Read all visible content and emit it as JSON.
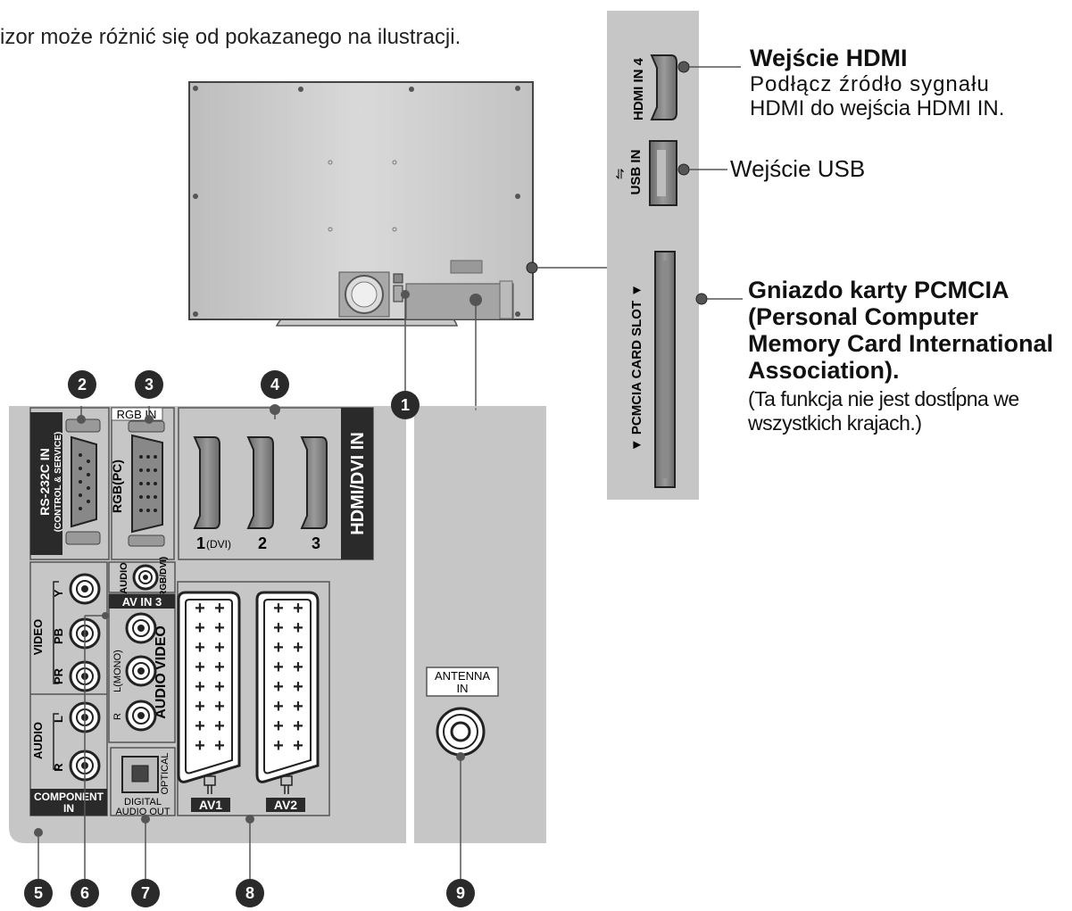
{
  "note": "izor może różnić się od pokazanego na ilustracji.",
  "side_panel": {
    "hdmi4_label": "HDMI IN 4",
    "usb_label": "USB IN",
    "pcmcia_label": "▼ PCMCIA CARD SLOT ▼"
  },
  "callouts": {
    "hdmi": {
      "title": "Wejście HDMI",
      "line1": "Podłącz źródło sygnału",
      "line2": "HDMI do wejścia HDMI  IN."
    },
    "usb": {
      "title": "Wejście USB"
    },
    "pcmcia": {
      "title1": "Gniazdo karty PCMCIA",
      "title2": "(Personal Computer",
      "title3": "Memory Card International",
      "title4": "Association).",
      "note1": "(Ta funkcja nie jest dostĺpna we",
      "note2": "wszystkich krajach.)"
    }
  },
  "markers": [
    "1",
    "2",
    "3",
    "4",
    "5",
    "6",
    "7",
    "8",
    "9"
  ],
  "panel": {
    "rs232_line1": "RS-232C IN",
    "rs232_line2": "(CONTROL & SERVICE)",
    "rgb_in": "RGB IN",
    "rgb_pc": "RGB(PC)",
    "hdmi_dvi_in": "HDMI/DVI IN",
    "hdmi_port1": "1",
    "hdmi_port1_sub": "(DVI)",
    "hdmi_port2": "2",
    "hdmi_port3": "3",
    "audio_rgb_dvi1": "AUDIO",
    "audio_rgb_dvi2": "(RGB/DVI)",
    "video": "VIDEO",
    "y": "Y",
    "pb": "PB",
    "pr": "PR",
    "audio": "AUDIO",
    "l": "L",
    "r": "R",
    "component_in1": "COMPONENT",
    "component_in2": "IN",
    "av_in3": "AV IN 3",
    "av3_video": "VIDEO",
    "av3_audio": "AUDIO",
    "av3_lmono": "L(MONO)",
    "av3_r": "R",
    "optical": "OPTICAL",
    "digital_audio_out1": "DIGITAL",
    "digital_audio_out2": "AUDIO OUT",
    "av1": "AV1",
    "av2": "AV2",
    "antenna1": "ANTENNA",
    "antenna2": "IN"
  }
}
